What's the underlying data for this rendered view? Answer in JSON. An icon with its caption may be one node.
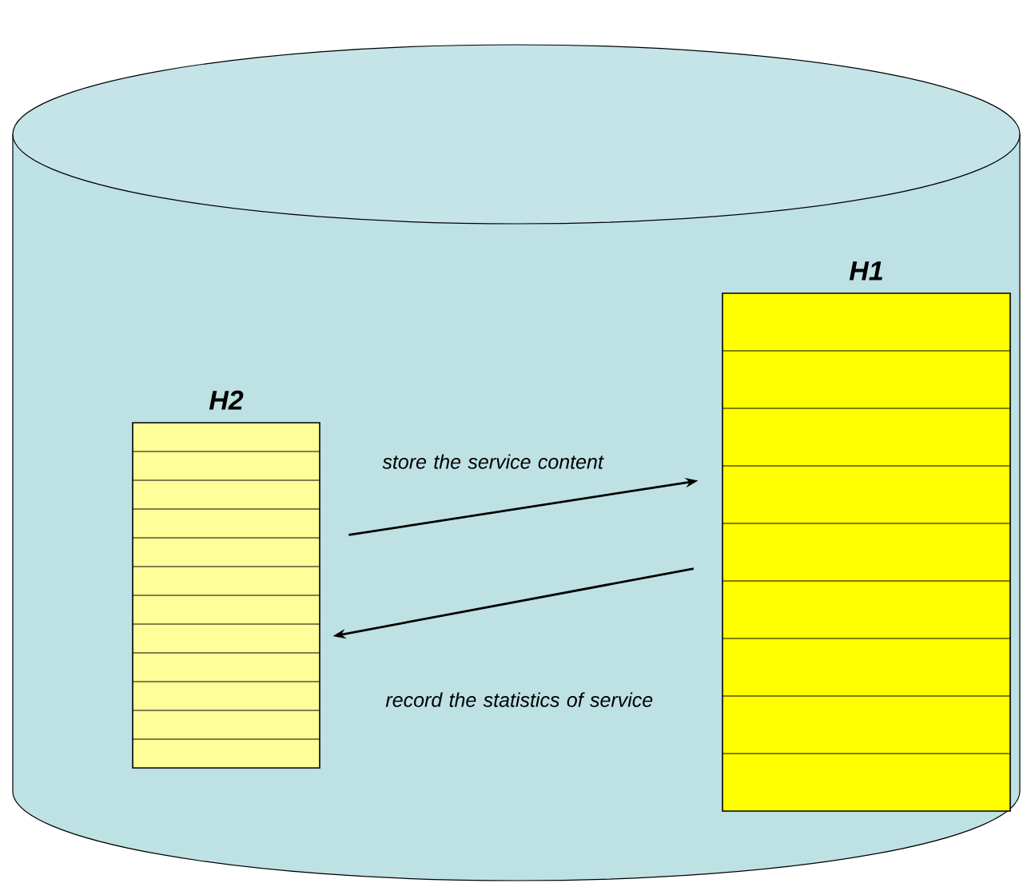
{
  "diagram": {
    "nodes": [
      {
        "text": [],
        "shape": "cylinder"
      },
      {
        "text": [
          "H2"
        ],
        "in": 0
      },
      {
        "text": [
          "H1"
        ],
        "in": 0
      }
    ],
    "edges": [
      {
        "from": 1,
        "to": 2,
        "arrow": "to",
        "label": "store the service content"
      },
      {
        "from": 2,
        "to": 1,
        "arrow": "to",
        "label": "record the statistics of service"
      }
    ]
  }
}
